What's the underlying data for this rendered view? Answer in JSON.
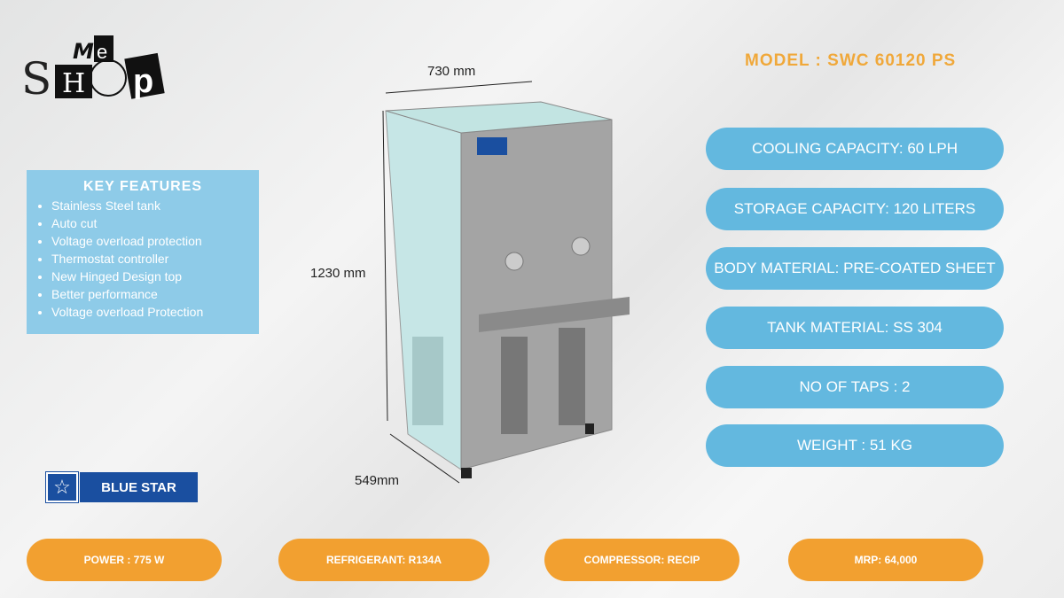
{
  "logo": {
    "text": "Me SHOP"
  },
  "model": "MODEL : SWC 60120 PS",
  "specs": [
    "COOLING CAPACITY: 60 LPH",
    "STORAGE CAPACITY: 120 LITERS",
    "BODY MATERIAL: PRE-COATED SHEET",
    "TANK MATERIAL: SS 304",
    "NO OF TAPS : 2",
    "WEIGHT : 51 KG"
  ],
  "key_features": {
    "title": "KEY FEATURES",
    "items": [
      "Stainless Steel tank",
      "Auto cut",
      "Voltage overload protection",
      "Thermostat controller",
      "New Hinged Design top",
      "Better performance",
      "Voltage overload Protection"
    ]
  },
  "brand": {
    "name": "BLUE STAR"
  },
  "dimensions": {
    "width": "730 mm",
    "height": "1230 mm",
    "depth": "549mm"
  },
  "bottom": [
    "POWER : 775  W",
    "REFRIGERANT: R134A",
    "COMPRESSOR: RECIP",
    "MRP: 64,000"
  ],
  "colors": {
    "blue": "#63b8df",
    "orange": "#f2a030",
    "model": "#f0a83a"
  }
}
